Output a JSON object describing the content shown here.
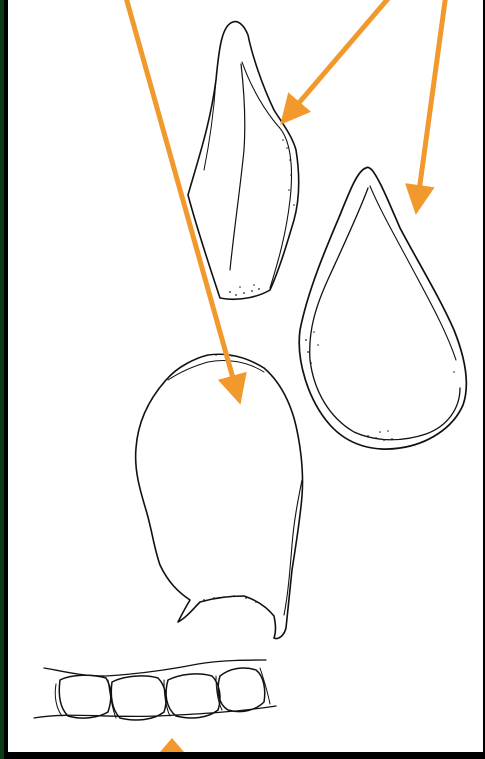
{
  "figure": {
    "background": "#ffffff",
    "border_color": "#000000",
    "frame_edge_color": "#0c3a12",
    "ink_color": "#111111",
    "arrow_color": "#f2992e"
  },
  "elements": [
    {
      "name": "narrow-leaf-drawing",
      "kind": "line-art"
    },
    {
      "name": "broad-leaf-drawing",
      "kind": "line-art"
    },
    {
      "name": "bract-drawing",
      "kind": "line-art"
    },
    {
      "name": "cell-row-drawing",
      "kind": "line-art"
    }
  ],
  "pointers": [
    {
      "name": "arrow-to-bract",
      "color": "#f2992e"
    },
    {
      "name": "arrow-to-narrow-leaf",
      "color": "#f2992e"
    },
    {
      "name": "arrow-to-broad-leaf",
      "color": "#f2992e"
    },
    {
      "name": "arrow-to-cell-row",
      "color": "#f2992e"
    }
  ]
}
